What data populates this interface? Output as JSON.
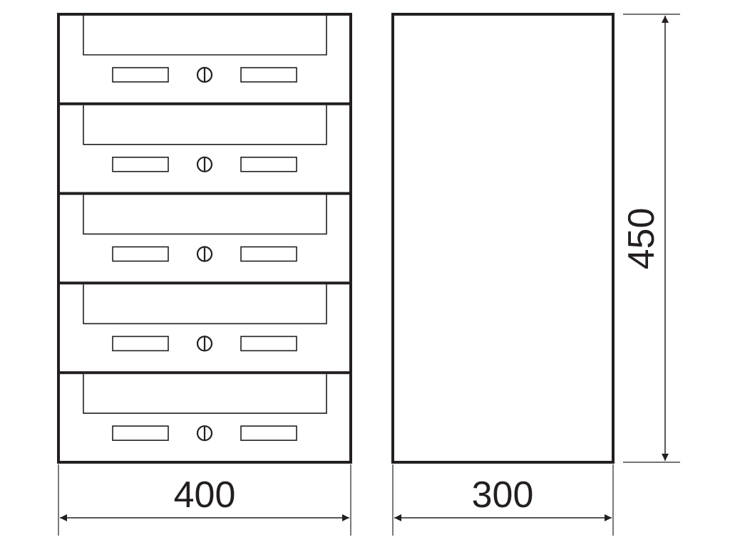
{
  "drawing": {
    "front_view": {
      "module_count": 5,
      "width_label": "400"
    },
    "side_view": {
      "depth_label": "300",
      "height_label": "450"
    },
    "colors": {
      "line": "#231f20",
      "background": "#ffffff"
    }
  }
}
